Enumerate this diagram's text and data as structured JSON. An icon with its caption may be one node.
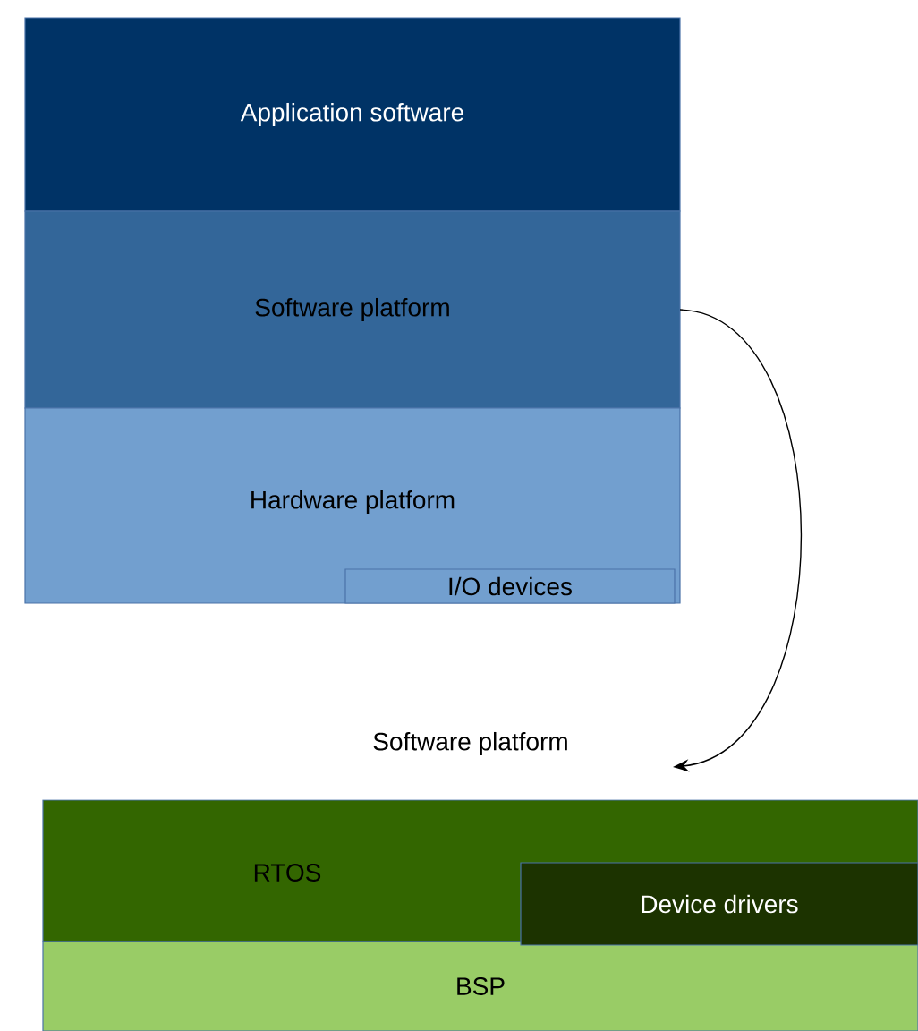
{
  "diagram": {
    "nodes": [
      {
        "text": [
          "Application software"
        ]
      },
      {
        "text": [
          "Software platform"
        ]
      },
      {
        "text": [
          "Hardware platform"
        ]
      },
      {
        "text": [
          "I/O devices"
        ],
        "in": 2
      },
      {
        "text": [
          "Software platform"
        ]
      },
      {
        "text": [
          "RTOS"
        ]
      },
      {
        "text": [
          "Device drivers"
        ],
        "in": 5
      },
      {
        "text": [
          "BSP"
        ]
      }
    ],
    "edges": [
      {
        "from": 1,
        "to": 4,
        "arrow": "to"
      }
    ]
  }
}
